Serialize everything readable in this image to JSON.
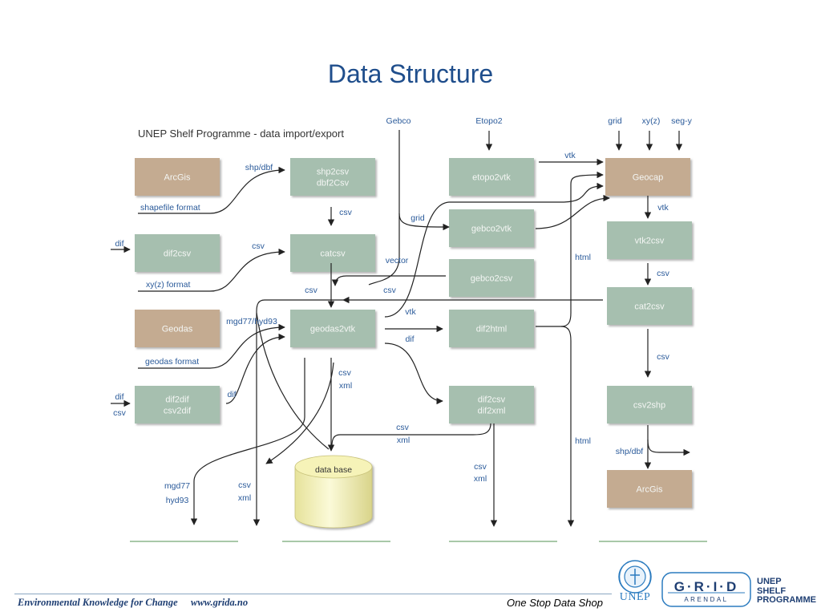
{
  "slide": {
    "title": "Data Structure",
    "subtitle": "UNEP Shelf Programme - data import/export"
  },
  "colors": {
    "title": "#1f4e8c",
    "label": "#2a5a9a",
    "green_box": "#a6bfaf",
    "brown_box": "#c4ab91",
    "arrow": "#222222",
    "underline": "#a8c8a8"
  },
  "boxes": [
    {
      "id": "arcgis-in",
      "kind": "brown",
      "lines": [
        "ArcGis"
      ]
    },
    {
      "id": "shp2csv",
      "kind": "green",
      "lines": [
        "shp2csv",
        "dbf2Csv"
      ]
    },
    {
      "id": "etopo2vtk",
      "kind": "green",
      "lines": [
        "etopo2vtk"
      ]
    },
    {
      "id": "geocap",
      "kind": "brown",
      "lines": [
        "Geocap"
      ]
    },
    {
      "id": "gebco2vtk",
      "kind": "green",
      "lines": [
        "gebco2vtk"
      ]
    },
    {
      "id": "vtk2csv",
      "kind": "green",
      "lines": [
        "vtk2csv"
      ]
    },
    {
      "id": "dif2csv-left",
      "kind": "green",
      "lines": [
        "dif2csv"
      ]
    },
    {
      "id": "catcsv",
      "kind": "green",
      "lines": [
        "catcsv"
      ]
    },
    {
      "id": "gebco2csv",
      "kind": "green",
      "lines": [
        "gebco2csv"
      ]
    },
    {
      "id": "cat2csv",
      "kind": "green",
      "lines": [
        "cat2csv"
      ]
    },
    {
      "id": "geodas-in",
      "kind": "brown",
      "lines": [
        "Geodas"
      ]
    },
    {
      "id": "geodas2vtk",
      "kind": "green",
      "lines": [
        "geodas2vtk"
      ]
    },
    {
      "id": "dif2html",
      "kind": "green",
      "lines": [
        "dif2html"
      ]
    },
    {
      "id": "dif2dif",
      "kind": "green",
      "lines": [
        "dif2dif",
        "csv2dif"
      ]
    },
    {
      "id": "dif2csv-right",
      "kind": "green",
      "lines": [
        "dif2csv",
        "dif2xml"
      ]
    },
    {
      "id": "csv2shp",
      "kind": "green",
      "lines": [
        "csv2shp"
      ]
    },
    {
      "id": "arcgis-out",
      "kind": "brown",
      "lines": [
        "ArcGis"
      ]
    }
  ],
  "database": {
    "label": "data base"
  },
  "labels": [
    "Gebco",
    "Etopo2",
    "grid",
    "xy(z)",
    "seg-y",
    "shp/dbf",
    "vtk",
    "shapefile format",
    "csv",
    "vtk",
    "grid",
    "dif",
    "csv",
    "html",
    "vector",
    "xy(z) format",
    "csv",
    "csv",
    "csv",
    "mgd77/hyd93",
    "vtk",
    "dif",
    "csv",
    "geodas format",
    "csv",
    "xml",
    "dif",
    "csv",
    "dif",
    "csv",
    "xml",
    "shp/dbf",
    "csv",
    "xml",
    "html",
    "mgd77",
    "hyd93",
    "csv",
    "xml"
  ],
  "footer": {
    "tagline": "Environmental Knowledge for Change",
    "url": "www.grida.no",
    "right": "One Stop Data Shop"
  },
  "logos": {
    "unep": "UNEP",
    "grid": "G·R·I·D",
    "grid_sub": "ARENDAL",
    "shelf": [
      "UNEP",
      "SHELF",
      "PROGRAMME"
    ]
  }
}
